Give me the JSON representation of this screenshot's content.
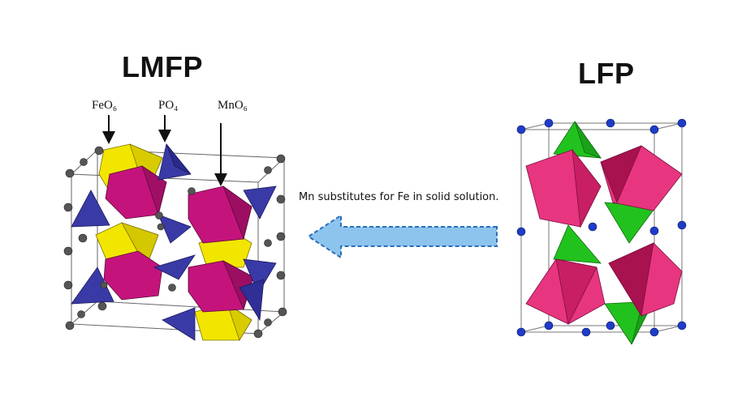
{
  "left_structure": {
    "title": "LMFP",
    "labels": {
      "feo6": "FeO₆",
      "po4": "PO₄",
      "mno6": "MnO₆"
    }
  },
  "right_structure": {
    "title": "LFP"
  },
  "arrow": {
    "caption": "Mn substitutes for Fe in solid solution.",
    "direction": "right-to-left"
  },
  "colors": {
    "feo6_yellow": "#f2e600",
    "mno6_magenta": "#c4147c",
    "po4_blue": "#3a3aa6",
    "lfp_pink": "#e8357f",
    "lfp_green": "#22c21e",
    "lithium_grey": "#555555",
    "lithium_blue": "#1e3cc8",
    "arrow_fill": "#8cc4ee",
    "arrow_border": "#2a6fb8"
  }
}
